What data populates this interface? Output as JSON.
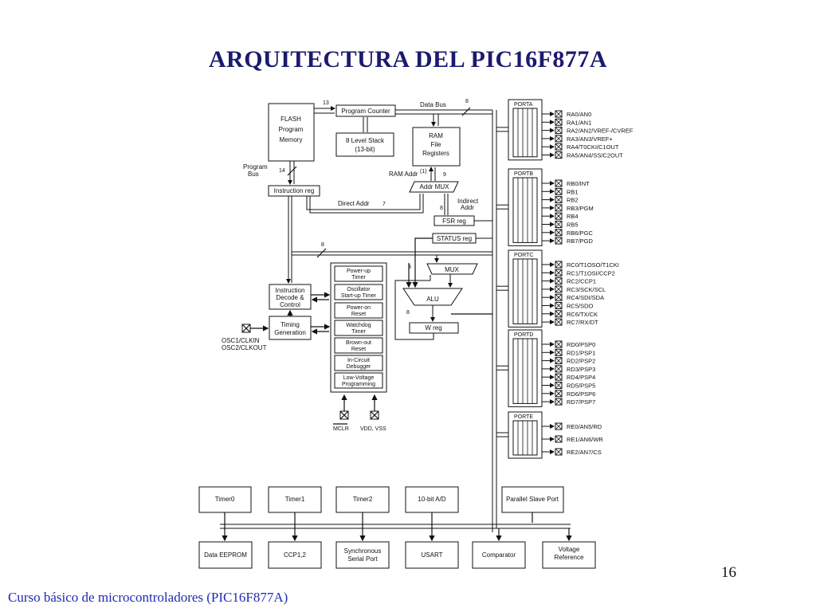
{
  "slide": {
    "title": "ARQUITECTURA DEL PIC16F877A",
    "page_number": "16",
    "footer": "Curso básico de microcontroladores (PIC16F877A)"
  },
  "diagram": {
    "flash": [
      "FLASH",
      "Program",
      "Memory"
    ],
    "program_counter": "Program Counter",
    "stack": [
      "8 Level Stack",
      "(13-bit)"
    ],
    "ram": [
      "RAM",
      "File",
      "Registers"
    ],
    "data_bus": "Data Bus",
    "program_bus": [
      "Program",
      "Bus"
    ],
    "instruction_reg": "Instruction reg",
    "ram_addr": "RAM Addr",
    "ram_addr_sup": "(1)",
    "addr_mux": "Addr MUX",
    "direct_addr": "Direct Addr",
    "indirect_addr": [
      "Indirect",
      "Addr"
    ],
    "fsr_reg": "FSR reg",
    "status_reg": "STATUS reg",
    "mux": "MUX",
    "alu": "ALU",
    "w_reg": "W reg",
    "instruction_decode": [
      "Instruction",
      "Decode &",
      "Control"
    ],
    "timing": [
      "Timing",
      "Generation"
    ],
    "osc": [
      "OSC1/CLKIN",
      "OSC2/CLKOUT"
    ],
    "power_up": [
      "Power-up",
      "Timer"
    ],
    "oscillator": [
      "Oscillator",
      "Start-up Timer"
    ],
    "power_on": [
      "Power-on",
      "Reset"
    ],
    "watchdog": [
      "Watchdog",
      "Timer"
    ],
    "brown_out": [
      "Brown-out",
      "Reset"
    ],
    "icd": [
      "In-Circuit",
      "Debugger"
    ],
    "lvp": [
      "Low-Voltage",
      "Programming"
    ],
    "mclr": "MCLR",
    "vdd": "VDD, VSS",
    "bus_widths": {
      "b13": "13",
      "b8a": "8",
      "b14": "14",
      "b7": "7",
      "b9": "9",
      "b8b": "8",
      "b8c": "8",
      "b3": "3",
      "b8d": "8"
    },
    "ports": [
      {
        "name": "PORTA",
        "pins": [
          "RA0/AN0",
          "RA1/AN1",
          "RA2/AN2/VREF-/CVREF",
          "RA3/AN3/VREF+",
          "RA4/T0CKI/C1OUT",
          "RA5/AN4/SS/C2OUT"
        ]
      },
      {
        "name": "PORTB",
        "pins": [
          "RB0/INT",
          "RB1",
          "RB2",
          "RB3/PGM",
          "RB4",
          "RB5",
          "RB6/PGC",
          "RB7/PGD"
        ]
      },
      {
        "name": "PORTC",
        "pins": [
          "RC0/T1OSO/T1CKI",
          "RC1/T1OSI/CCP2",
          "RC2/CCP1",
          "RC3/SCK/SCL",
          "RC4/SDI/SDA",
          "RC5/SDO",
          "RC6/TX/CK",
          "RC7/RX/DT"
        ]
      },
      {
        "name": "PORTD",
        "pins": [
          "RD0/PSP0",
          "RD1/PSP1",
          "RD2/PSP2",
          "RD3/PSP3",
          "RD4/PSP4",
          "RD5/PSP5",
          "RD6/PSP6",
          "RD7/PSP7"
        ]
      },
      {
        "name": "PORTE",
        "pins": [
          "RE0/AN5/RD",
          "RE1/AN6/WR",
          "RE2/AN7/CS"
        ]
      }
    ],
    "peripherals_top": [
      "Timer0",
      "Timer1",
      "Timer2",
      "10-bit A/D",
      "Parallel Slave Port"
    ],
    "peripherals_bottom": [
      "Data EEPROM",
      "CCP1,2",
      "Synchronous",
      "Serial Port",
      "USART",
      "Comparator",
      "Voltage",
      "Reference"
    ]
  }
}
